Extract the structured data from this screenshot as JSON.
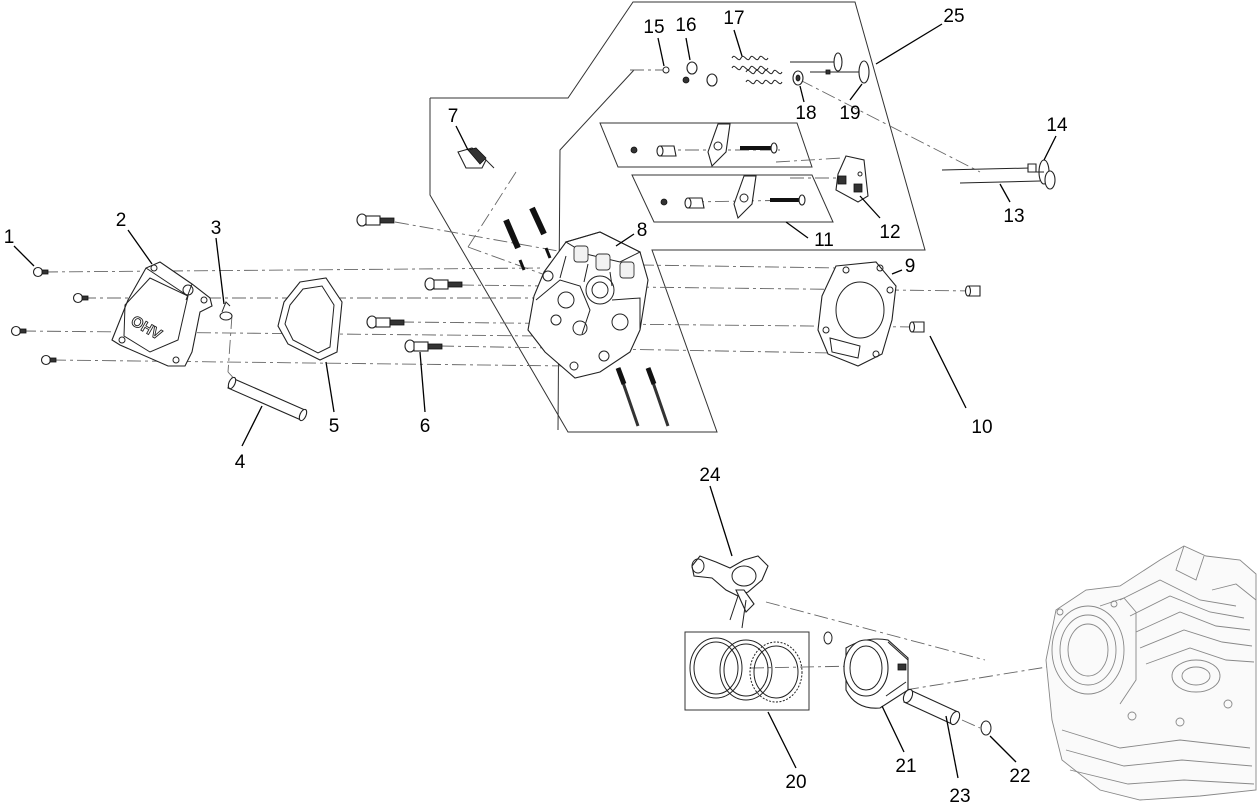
{
  "diagram": {
    "callouts": [
      {
        "id": "c1",
        "label": "1"
      },
      {
        "id": "c2",
        "label": "2"
      },
      {
        "id": "c3",
        "label": "3"
      },
      {
        "id": "c4",
        "label": "4"
      },
      {
        "id": "c5",
        "label": "5"
      },
      {
        "id": "c6",
        "label": "6"
      },
      {
        "id": "c7",
        "label": "7"
      },
      {
        "id": "c8",
        "label": "8"
      },
      {
        "id": "c9",
        "label": "9"
      },
      {
        "id": "c10",
        "label": "10"
      },
      {
        "id": "c11",
        "label": "11"
      },
      {
        "id": "c12",
        "label": "12"
      },
      {
        "id": "c13",
        "label": "13"
      },
      {
        "id": "c14",
        "label": "14"
      },
      {
        "id": "c15",
        "label": "15"
      },
      {
        "id": "c16",
        "label": "16"
      },
      {
        "id": "c17",
        "label": "17"
      },
      {
        "id": "c18",
        "label": "18"
      },
      {
        "id": "c19",
        "label": "19"
      },
      {
        "id": "c20",
        "label": "20"
      },
      {
        "id": "c21",
        "label": "21"
      },
      {
        "id": "c22",
        "label": "22"
      },
      {
        "id": "c23",
        "label": "23"
      },
      {
        "id": "c24",
        "label": "24"
      },
      {
        "id": "c25",
        "label": "25"
      }
    ],
    "cover_marking": "OHV"
  }
}
